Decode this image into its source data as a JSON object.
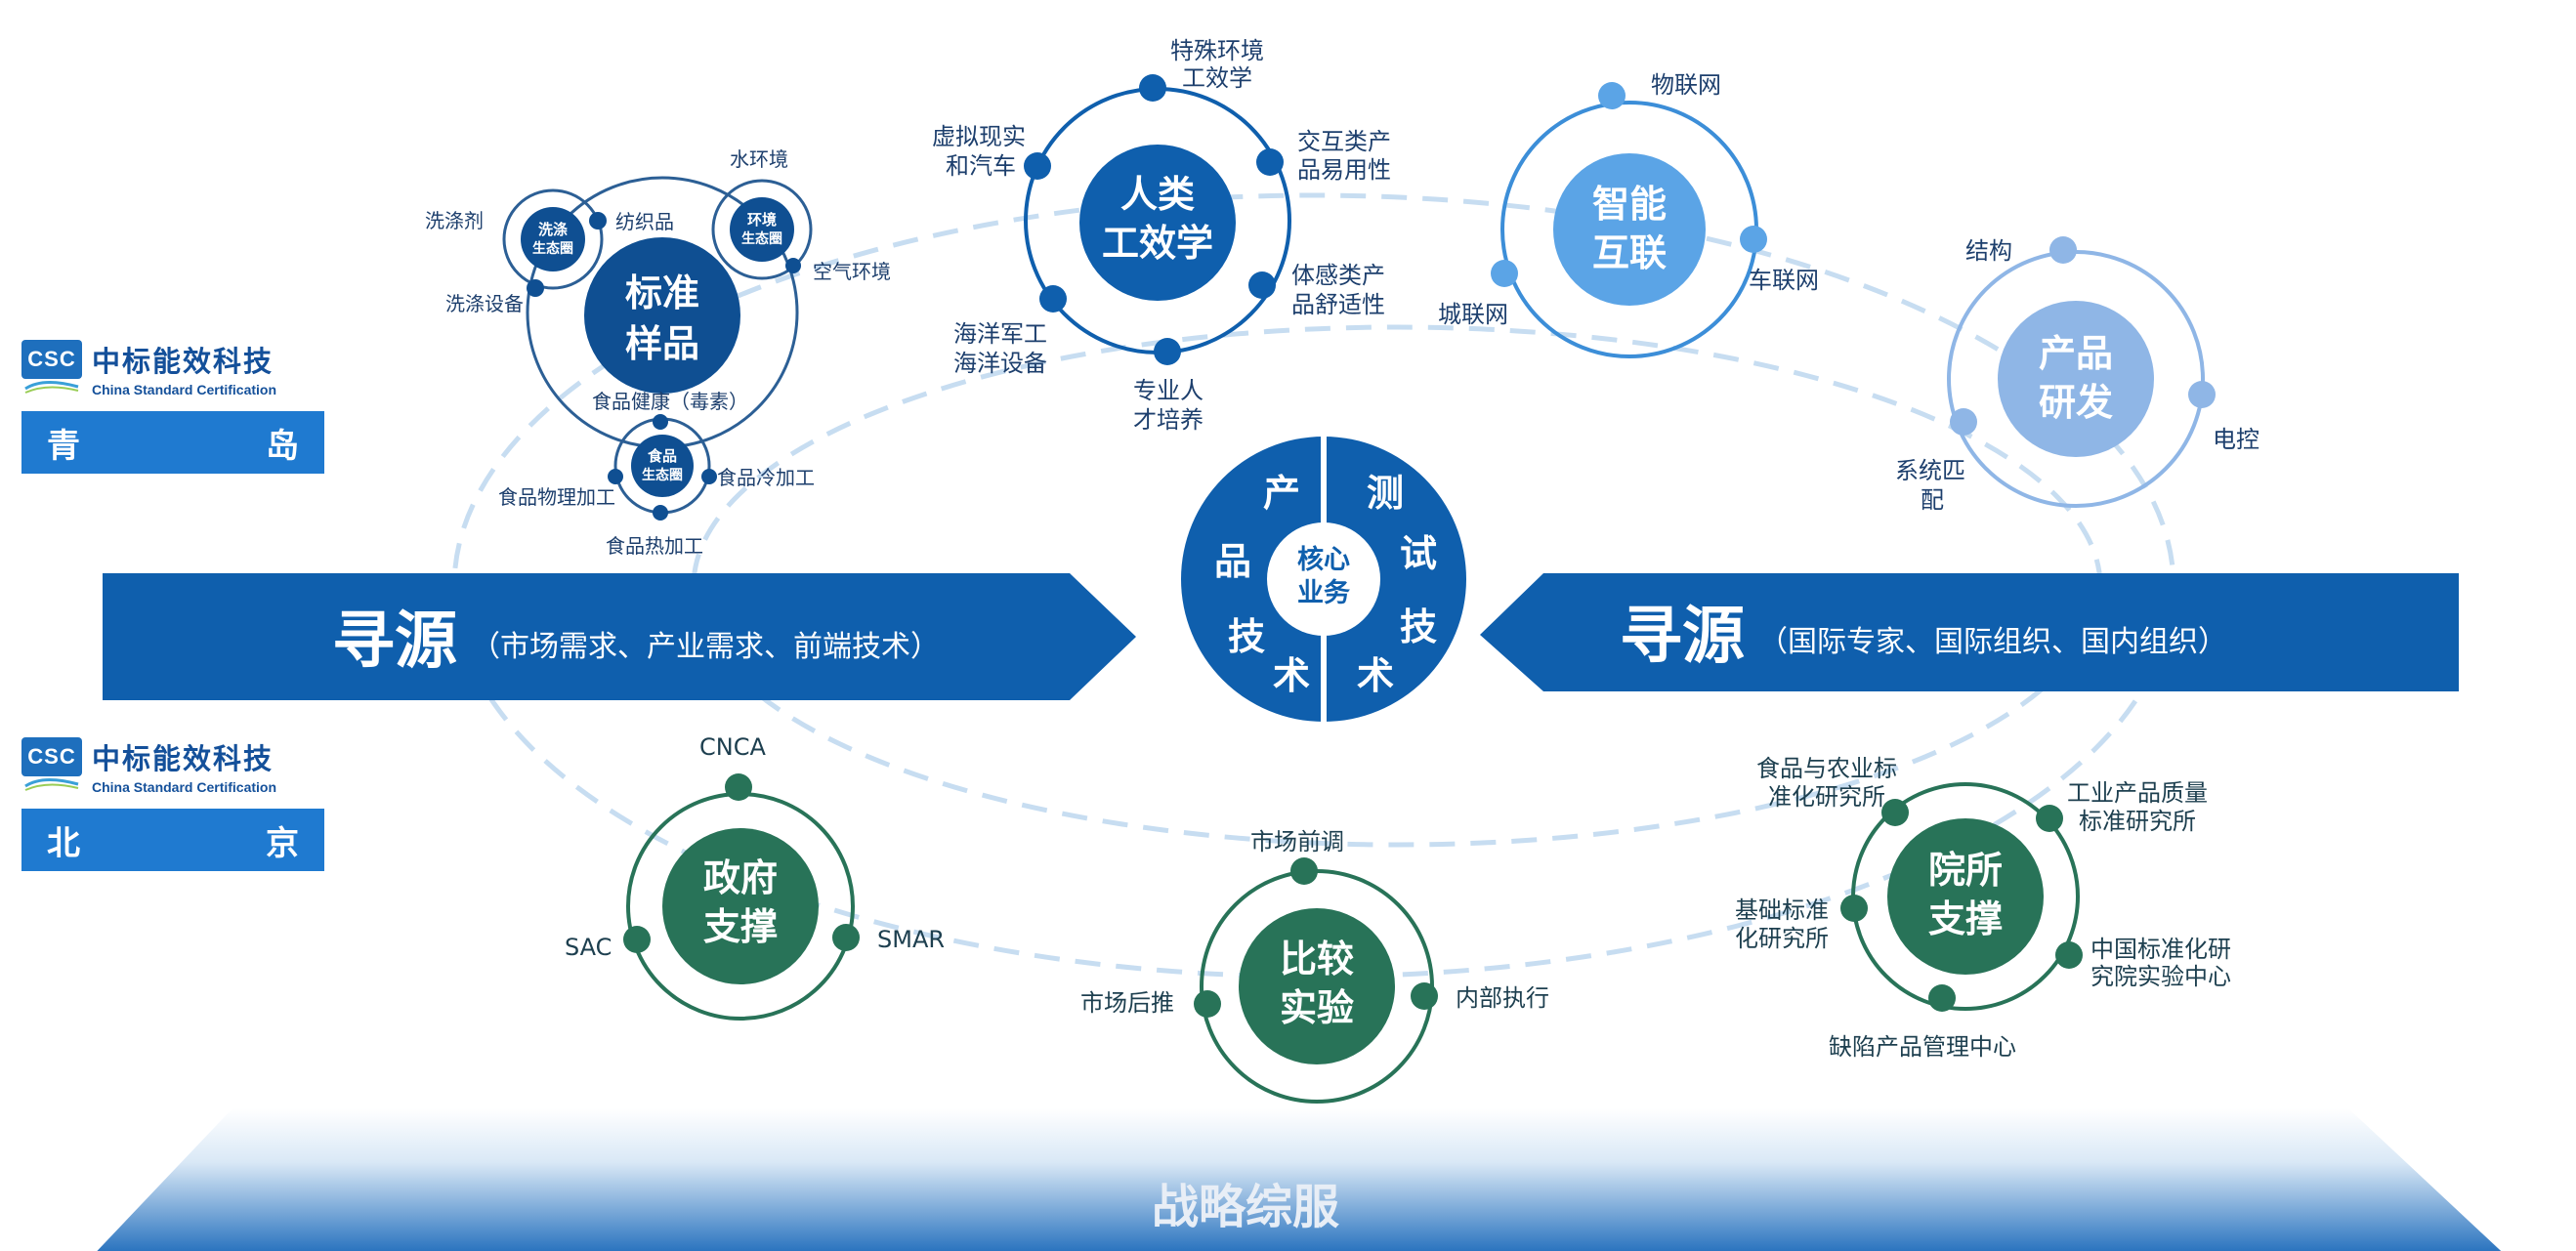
{
  "colors": {
    "blue_dark": "#0f5fad",
    "blue_mid": "#1f7ad0",
    "blue_light": "#5ba4e6",
    "blue_pale": "#8fb6e6",
    "green": "#287358",
    "dash": "#c7ddf1"
  },
  "logos": {
    "qingdao": {
      "abbr": "CSC",
      "cn": "中标能效科技",
      "en": "China Standard Certification",
      "city_left": "青",
      "city_right": "岛"
    },
    "beijing": {
      "abbr": "CSC",
      "cn": "中标能效科技",
      "en": "China Standard Certification",
      "city_left": "北",
      "city_right": "京"
    }
  },
  "banners": {
    "left": {
      "main": "寻源",
      "sub": "（市场需求、产业需求、前端技术）"
    },
    "right": {
      "main": "寻源",
      "sub": "（国际专家、国际组织、国内组织）"
    }
  },
  "core": {
    "center_line1": "核心",
    "center_line2": "业务",
    "left_chars": [
      "产",
      "品",
      "技",
      "术"
    ],
    "right_chars": [
      "测",
      "试",
      "技",
      "术"
    ]
  },
  "hubs": {
    "biaozhun": {
      "label1": "标准",
      "label2": "样品",
      "sub_xidi": {
        "l1": "洗涤",
        "l2": "生态圈"
      },
      "sub_huanjing": {
        "l1": "环境",
        "l2": "生态圈"
      },
      "sub_shipin": {
        "l1": "食品",
        "l2": "生态圈"
      },
      "labels": {
        "xidiji": "洗涤剂",
        "fangzhipin": "纺织品",
        "xidishebei": "洗涤设备",
        "shuihuanjing": "水环境",
        "kongqihuanjing": "空气环境",
        "shipinjiankang": "食品健康（毒素）",
        "shipinwuli": "食品物理加工",
        "shipinleng": "食品冷加工",
        "shipinre": "食品热加工"
      }
    },
    "renlei": {
      "label1": "人类",
      "label2": "工效学",
      "labels": {
        "teshu1": "特殊环境",
        "teshu2": "工效学",
        "jiaohu1": "交互类产",
        "jiaohu2": "品易用性",
        "tigan1": "体感类产",
        "tigan2": "品舒适性",
        "zhuanye1": "专业人",
        "zhuanye2": "才培养",
        "haiyang1": "海洋军工",
        "haiyang2": "海洋设备",
        "xuni1": "虚拟现实",
        "xuni2": "和汽车"
      }
    },
    "zhineng": {
      "label1": "智能",
      "label2": "互联",
      "labels": {
        "wulianwang": "物联网",
        "chelianwang": "车联网",
        "chenglianwang": "城联网"
      }
    },
    "chanpin": {
      "label1": "产品",
      "label2": "研发",
      "labels": {
        "jiegou": "结构",
        "diankong": "电控",
        "xitong1": "系统匹",
        "xitong2": "配"
      }
    },
    "zhengfu": {
      "label1": "政府",
      "label2": "支撑",
      "labels": {
        "cnca": "CNCA",
        "sac": "SAC",
        "smar": "SMAR"
      }
    },
    "bijiao": {
      "label1": "比较",
      "label2": "实验",
      "labels": {
        "qiandiao": "市场前调",
        "houtui": "市场后推",
        "neibu": "内部执行"
      }
    },
    "yuansuo": {
      "label1": "院所",
      "label2": "支撑",
      "labels": {
        "shipin1": "食品与农业标",
        "shipin2": "准化研究所",
        "gongye1": "工业产品质量",
        "gongye2": "标准研究所",
        "jichu1": "基础标准",
        "jichu2": "化研究所",
        "zhongguo1": "中国标准化研",
        "zhongguo2": "究院实验中心",
        "quexian": "缺陷产品管理中心"
      }
    }
  },
  "footer": {
    "label": "战略综服"
  }
}
